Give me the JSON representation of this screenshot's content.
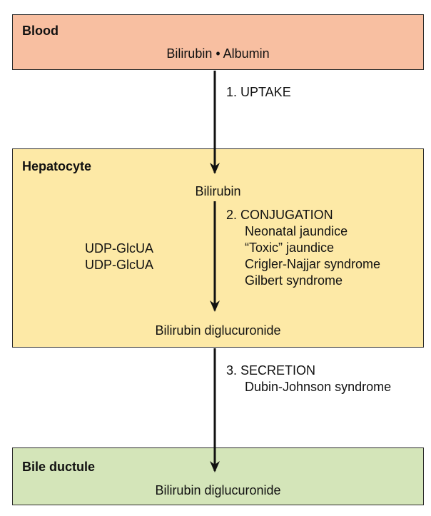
{
  "blood": {
    "title": "Blood",
    "content": "Bilirubin • Albumin",
    "color": "#f8bfa1"
  },
  "steps": {
    "uptake": "1. UPTAKE",
    "conjugation": {
      "title": "2. CONJUGATION",
      "conditions": [
        "Neonatal jaundice",
        "“Toxic” jaundice",
        "Crigler-Najjar syndrome",
        "Gilbert syndrome"
      ]
    },
    "secretion": {
      "title": "3. SECRETION",
      "conditions": [
        "Dubin-Johnson syndrome"
      ]
    }
  },
  "hepatocyte": {
    "title": "Hepatocyte",
    "top_content": "Bilirubin",
    "cofactors": [
      "UDP-GlcUA",
      "UDP-GlcUA"
    ],
    "bottom_content": "Bilirubin diglucuronide",
    "color": "#fde9a6"
  },
  "bile_ductule": {
    "title": "Bile ductule",
    "content": "Bilirubin diglucuronide",
    "color": "#d4e5b9"
  }
}
